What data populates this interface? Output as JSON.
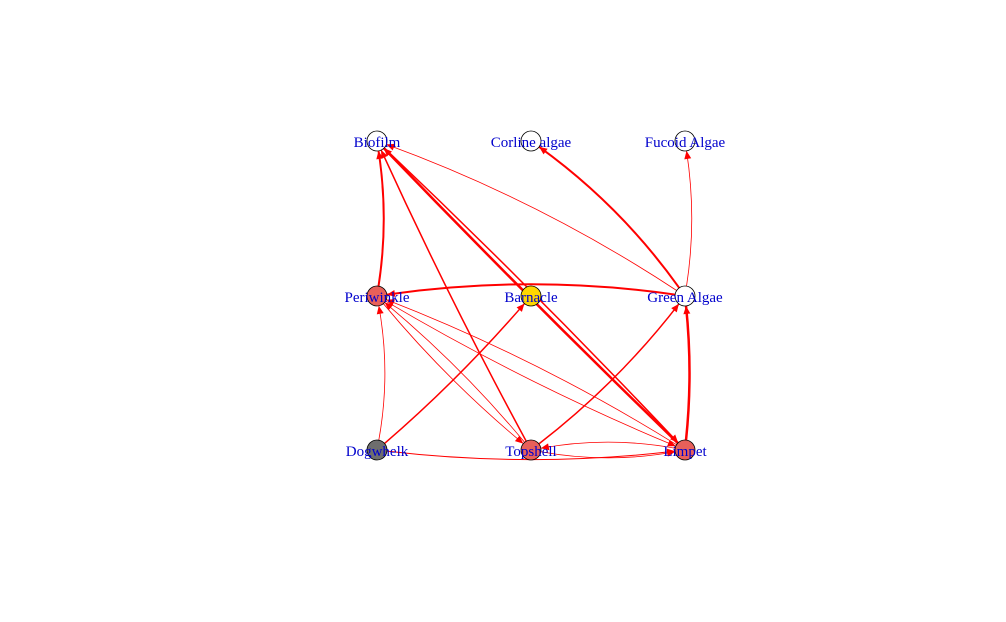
{
  "nodes": [
    {
      "id": "biofilm",
      "label": "Biofilm",
      "color": "#ffffff"
    },
    {
      "id": "corline",
      "label": "Corline algae",
      "color": "#ffffff"
    },
    {
      "id": "fucoid",
      "label": "Fucoid Algae",
      "color": "#ffffff"
    },
    {
      "id": "periwinkle",
      "label": "Periwinkle",
      "color": "#e8605a"
    },
    {
      "id": "barnacle",
      "label": "Barnacle",
      "color": "#ffd700"
    },
    {
      "id": "greenalgae",
      "label": "Green Algae",
      "color": "#ffffff"
    },
    {
      "id": "dogwhelk",
      "label": "Dogwhelk",
      "color": "#6e6e6e"
    },
    {
      "id": "topshell",
      "label": "Topshell",
      "color": "#e8605a"
    },
    {
      "id": "limpet",
      "label": "Limpet",
      "color": "#e8605a"
    }
  ],
  "edges": [
    {
      "from": "periwinkle",
      "to": "biofilm",
      "weight": 2
    },
    {
      "from": "topshell",
      "to": "biofilm",
      "weight": 1.5
    },
    {
      "from": "limpet",
      "to": "biofilm",
      "weight": 2.5
    },
    {
      "from": "greenalgae",
      "to": "biofilm",
      "weight": 0.8
    },
    {
      "from": "greenalgae",
      "to": "corline",
      "weight": 2
    },
    {
      "from": "greenalgae",
      "to": "fucoid",
      "weight": 0.8
    },
    {
      "from": "greenalgae",
      "to": "periwinkle",
      "weight": 2
    },
    {
      "from": "dogwhelk",
      "to": "periwinkle",
      "weight": 0.8
    },
    {
      "from": "dogwhelk",
      "to": "barnacle",
      "weight": 1.5
    },
    {
      "from": "dogwhelk",
      "to": "limpet",
      "weight": 1
    },
    {
      "from": "topshell",
      "to": "greenalgae",
      "weight": 1.5
    },
    {
      "from": "limpet",
      "to": "greenalgae",
      "weight": 2.5
    },
    {
      "from": "topshell",
      "to": "periwinkle",
      "weight": 0.8
    },
    {
      "from": "limpet",
      "to": "periwinkle",
      "weight": 0.8
    },
    {
      "from": "periwinkle",
      "to": "topshell",
      "weight": 0.8
    },
    {
      "from": "periwinkle",
      "to": "limpet",
      "weight": 0.8
    },
    {
      "from": "biofilm",
      "to": "limpet",
      "weight": 1.5
    },
    {
      "from": "topshell",
      "to": "limpet",
      "weight": 0.8
    },
    {
      "from": "limpet",
      "to": "topshell",
      "weight": 0.8
    }
  ],
  "colors": {
    "edge": "#ff0000",
    "label": "#0000cc"
  }
}
